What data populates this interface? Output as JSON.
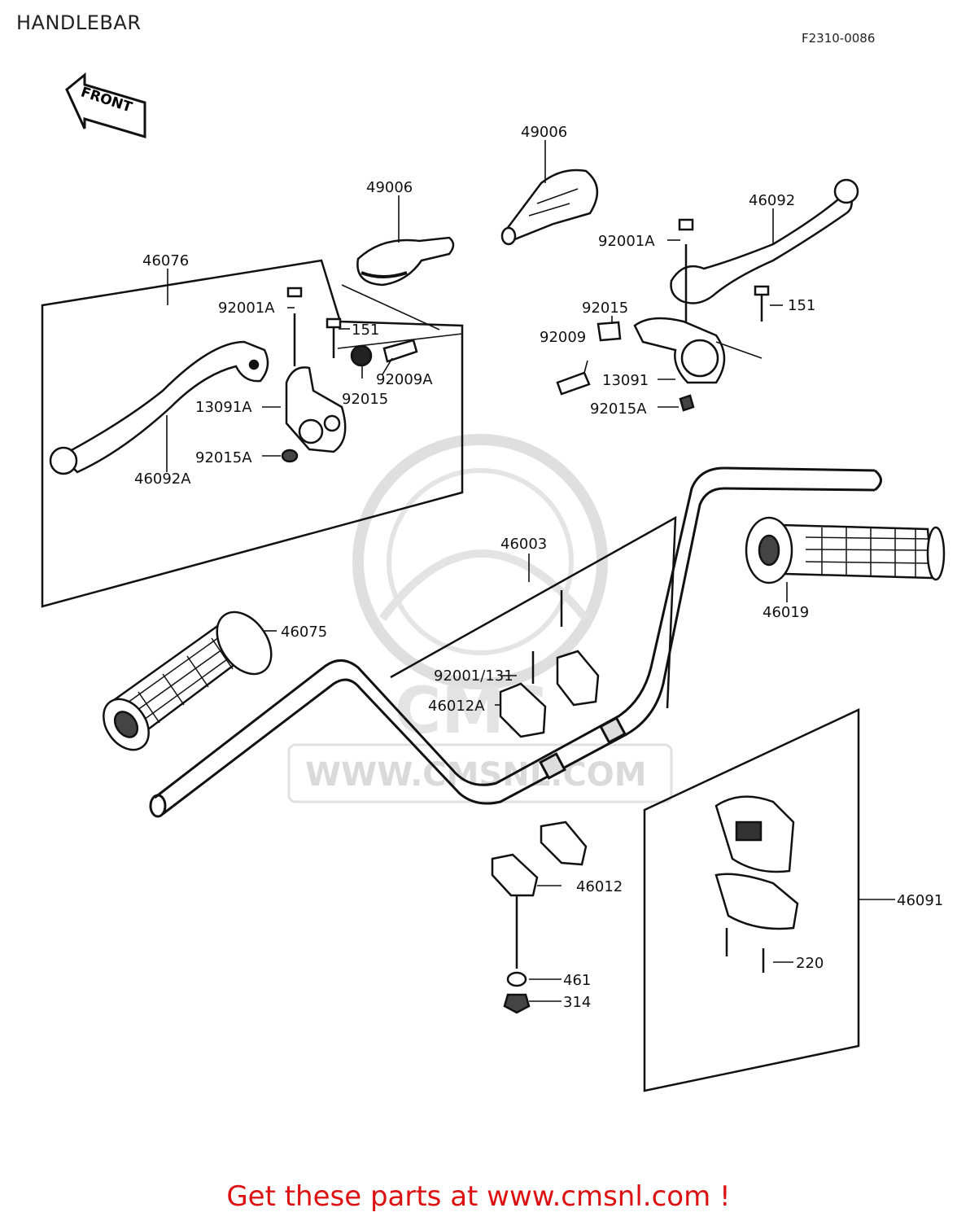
{
  "header": {
    "title": "HANDLEBAR",
    "figure_code": "F2310-0086"
  },
  "front_arrow": {
    "label": "FRONT"
  },
  "watermark": {
    "text": "WWW.CMSNL.COM",
    "logo_text": "CMS"
  },
  "parts": [
    {
      "id": "p49006l",
      "number": "49006"
    },
    {
      "id": "p49006r",
      "number": "49006"
    },
    {
      "id": "p46076",
      "number": "46076"
    },
    {
      "id": "p46092",
      "number": "46092"
    },
    {
      "id": "p92001al",
      "number": "92001A"
    },
    {
      "id": "p92001ar",
      "number": "92001A"
    },
    {
      "id": "p151l",
      "number": "151"
    },
    {
      "id": "p151r",
      "number": "151"
    },
    {
      "id": "p92015l",
      "number": "92015"
    },
    {
      "id": "p92015r",
      "number": "92015"
    },
    {
      "id": "p92009a",
      "number": "92009A"
    },
    {
      "id": "p92009",
      "number": "92009"
    },
    {
      "id": "p13091a",
      "number": "13091A"
    },
    {
      "id": "p13091",
      "number": "13091"
    },
    {
      "id": "p92015al",
      "number": "92015A"
    },
    {
      "id": "p92015ar",
      "number": "92015A"
    },
    {
      "id": "p46092a",
      "number": "46092A"
    },
    {
      "id": "p46003",
      "number": "46003"
    },
    {
      "id": "p46019",
      "number": "46019"
    },
    {
      "id": "p46075",
      "number": "46075"
    },
    {
      "id": "p92001_131",
      "number": "92001/131"
    },
    {
      "id": "p46012a",
      "number": "46012A"
    },
    {
      "id": "p46012",
      "number": "46012"
    },
    {
      "id": "p46091",
      "number": "46091"
    },
    {
      "id": "p461",
      "number": "461"
    },
    {
      "id": "p314",
      "number": "314"
    },
    {
      "id": "p220",
      "number": "220"
    }
  ],
  "footer": {
    "promo": "Get these parts at www.cmsnl.com !"
  },
  "colors": {
    "promo": "#dd1111",
    "line": "#111111",
    "watermark": "#d9d9d9"
  }
}
